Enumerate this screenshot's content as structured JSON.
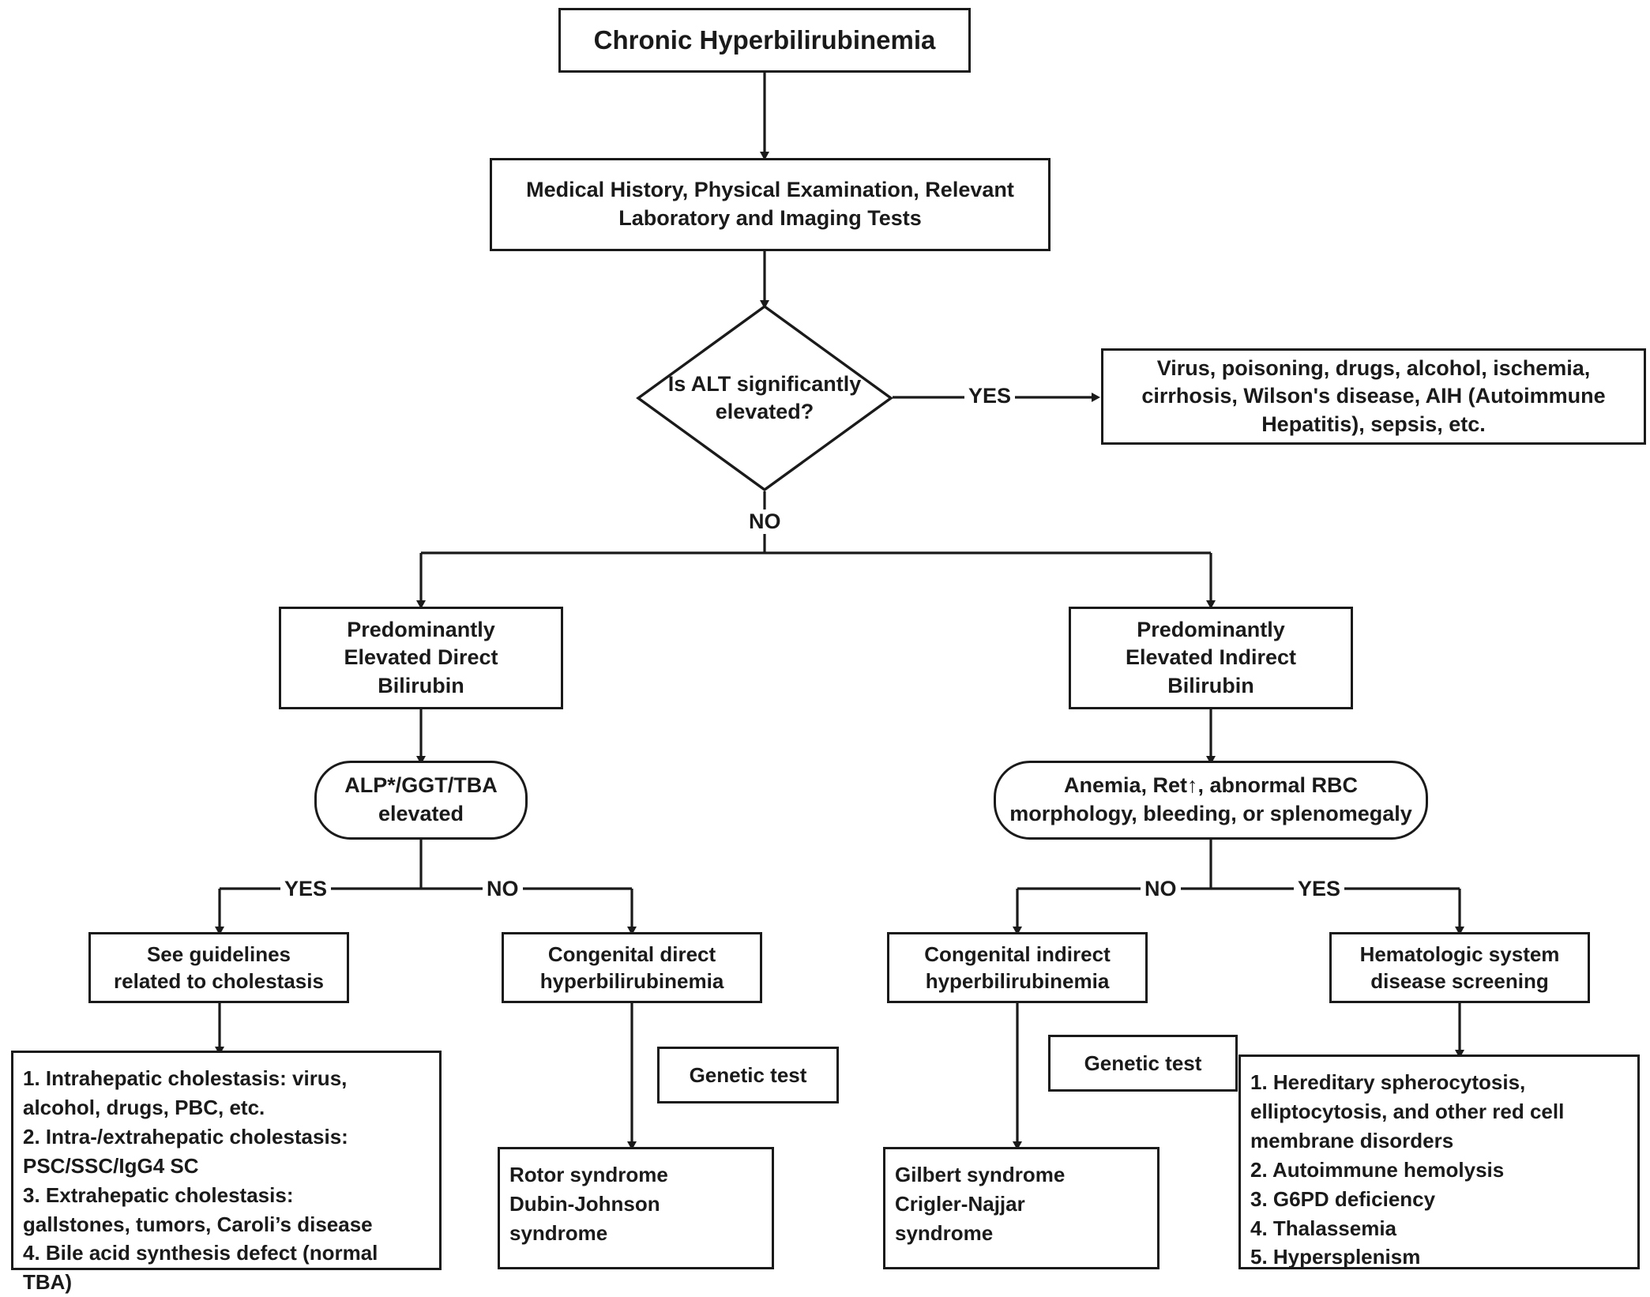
{
  "diagram": {
    "title": "Chronic Hyperbilirubinemia diagnostic flowchart",
    "line_color": "#1a1a1a",
    "background_color": "#ffffff"
  },
  "nodes": {
    "root": "Chronic Hyperbilirubinemia",
    "workup": "Medical History, Physical Examination, Relevant\nLaboratory and Imaging Tests",
    "alt_question": "Is ALT significantly\nelevated?",
    "alt_yes_causes": "Virus, poisoning, drugs, alcohol, ischemia,\ncirrhosis, Wilson's disease, AIH (Autoimmune\nHepatitis), sepsis, etc.",
    "direct_bili": "Predominantly\nElevated Direct\nBilirubin",
    "indirect_bili": "Predominantly\nElevated Indirect\nBilirubin",
    "alp_test": "ALP*/GGT/TBA\nelevated",
    "anemia_test": "Anemia, Ret↑, abnormal RBC\nmorphology, bleeding, or splenomegaly",
    "cholestasis_guidelines": "See guidelines\nrelated to cholestasis",
    "congenital_direct": "Congenital direct\nhyperbilirubinemia",
    "congenital_indirect": "Congenital indirect\nhyperbilirubinemia",
    "hematologic_screening": "Hematologic system\ndisease screening",
    "genetic_test_left": "Genetic test",
    "genetic_test_right": "Genetic test",
    "cholestasis_causes": "1. Intrahepatic cholestasis: virus,\nalcohol, drugs, PBC, etc.\n2. Intra-/extrahepatic cholestasis:\nPSC/SSC/IgG4 SC\n3. Extrahepatic cholestasis:\ngallstones, tumors, Caroli’s disease\n4. Bile acid synthesis defect (normal\nTBA)",
    "direct_syndromes": "Rotor syndrome\nDubin-Johnson\nsyndrome",
    "indirect_syndromes": "Gilbert syndrome\nCrigler-Najjar\nsyndrome",
    "hematologic_causes": "1. Hereditary spherocytosis,\nelliptocytosis, and other red cell\nmembrane disorders\n2. Autoimmune hemolysis\n3. G6PD deficiency\n4. Thalassemia\n5. Hypersplenism"
  },
  "edge_labels": {
    "alt_yes": "YES",
    "alt_no": "NO",
    "alp_yes": "YES",
    "alp_no": "NO",
    "anemia_no": "NO",
    "anemia_yes": "YES"
  }
}
